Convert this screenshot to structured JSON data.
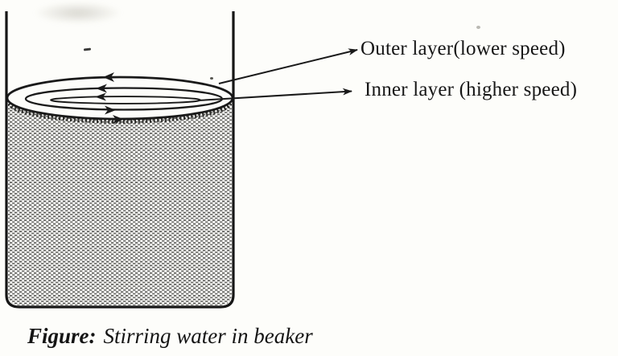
{
  "figure": {
    "labels": {
      "outer": "Outer layer(lower speed)",
      "inner": "Inner layer (higher speed)"
    },
    "caption": {
      "prefix": "Figure:",
      "text": "Stirring water in beaker"
    },
    "icons": {
      "stir_arrows_top": "arrow-left-icon",
      "stir_arrows_bottom": "arrow-right-icon",
      "callout_arrows": "arrow-right-icon"
    },
    "colors": {
      "ink": "#1a1a1a",
      "background": "#fdfdfa",
      "stipple": "#2b2b28"
    }
  }
}
